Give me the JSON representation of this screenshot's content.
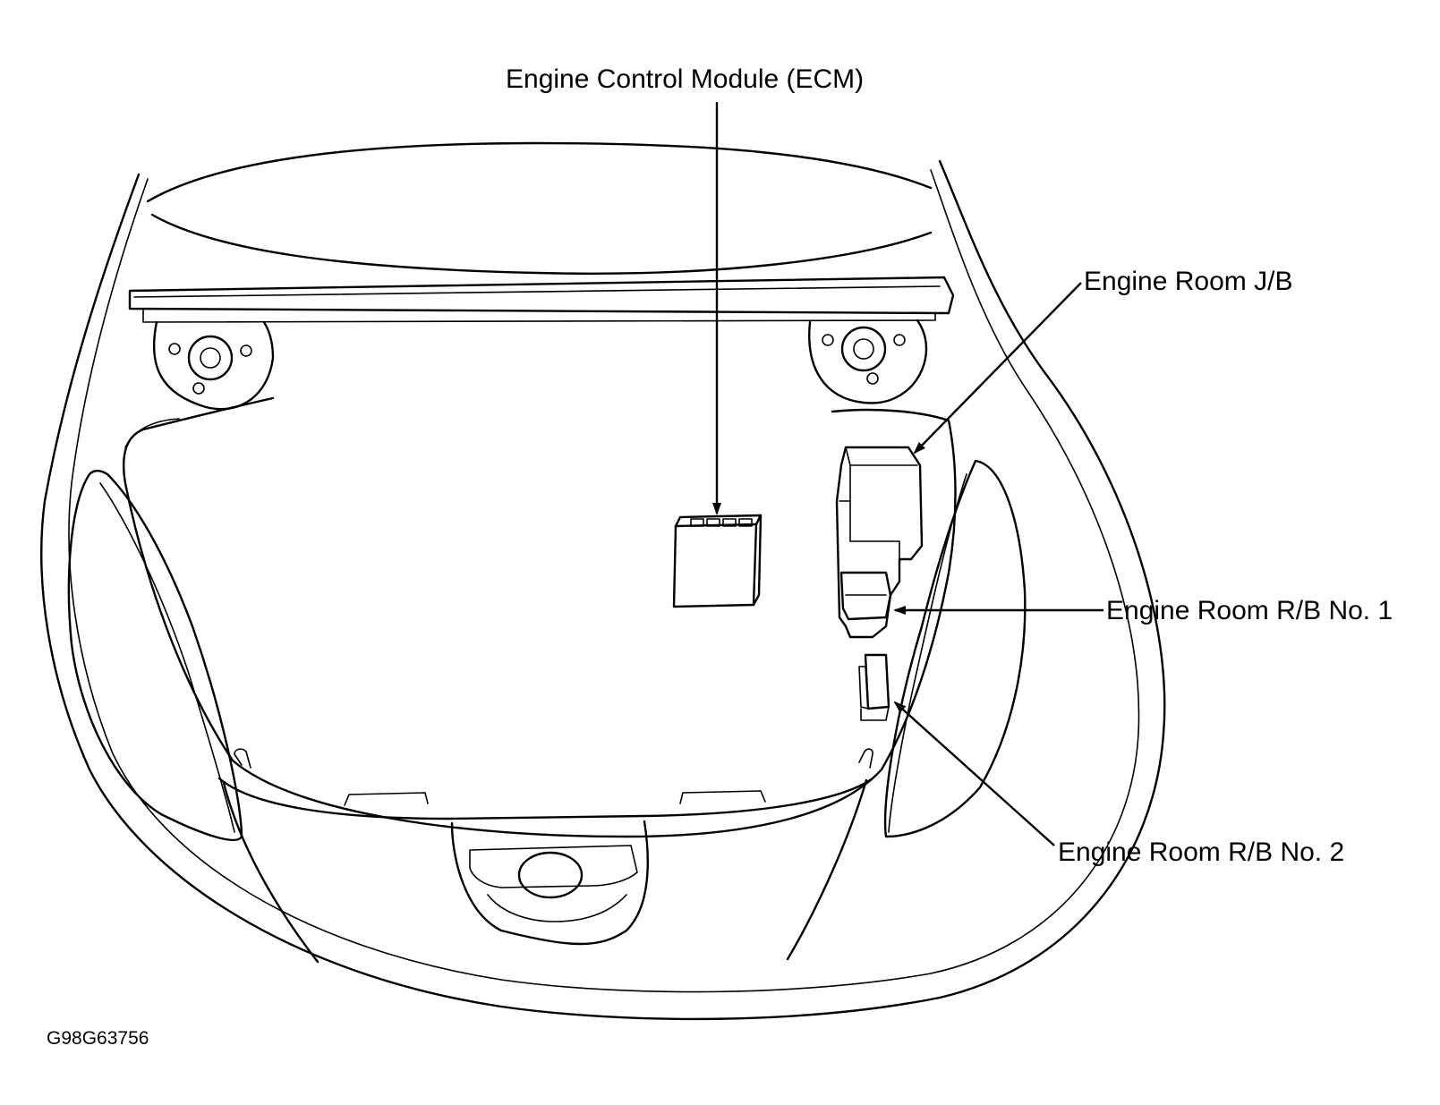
{
  "labels": {
    "ecm": "Engine Control Module (ECM)",
    "jb": "Engine Room J/B",
    "rb1": "Engine Room R/B No. 1",
    "rb2": "Engine Room R/B No. 2"
  },
  "figure_id": "G98G63756",
  "colors": {
    "line": "#000000",
    "background": "#ffffff"
  }
}
